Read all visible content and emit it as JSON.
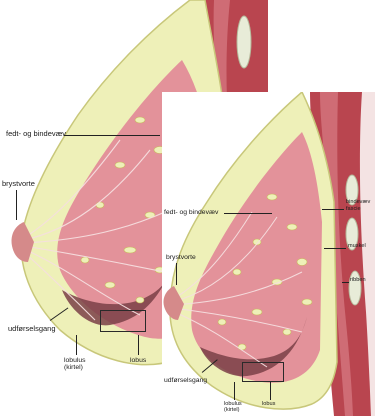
{
  "colors": {
    "fat": "#eef0b8",
    "fat_edge": "#c8c77a",
    "gland": "#e3929a",
    "gland_dark": "#c9646e",
    "muscle": "#b9454f",
    "muscle_light": "#d97d86",
    "rib": "#e8ecd8",
    "skin": "#d58a8a"
  },
  "back_figure": {
    "labels": {
      "fat": "fedt- og bindevæv",
      "nipple": "brystvorte",
      "duct": "udførselsgang",
      "lobule_line1": "lobulus",
      "lobule_line2": "(kirtel)",
      "lobe": "lobus"
    }
  },
  "front_figure": {
    "labels": {
      "fat": "fedt- og bindevæv",
      "fascia_line1": "bindevæv",
      "fascia_line2": "fascie",
      "muscle": "muskel",
      "rib": "ribben",
      "nipple": "brystvorte",
      "duct": "udførselsgang",
      "lobule_line1": "lobulus",
      "lobule_line2": "(kirtel)",
      "lobe": "lobus"
    }
  }
}
